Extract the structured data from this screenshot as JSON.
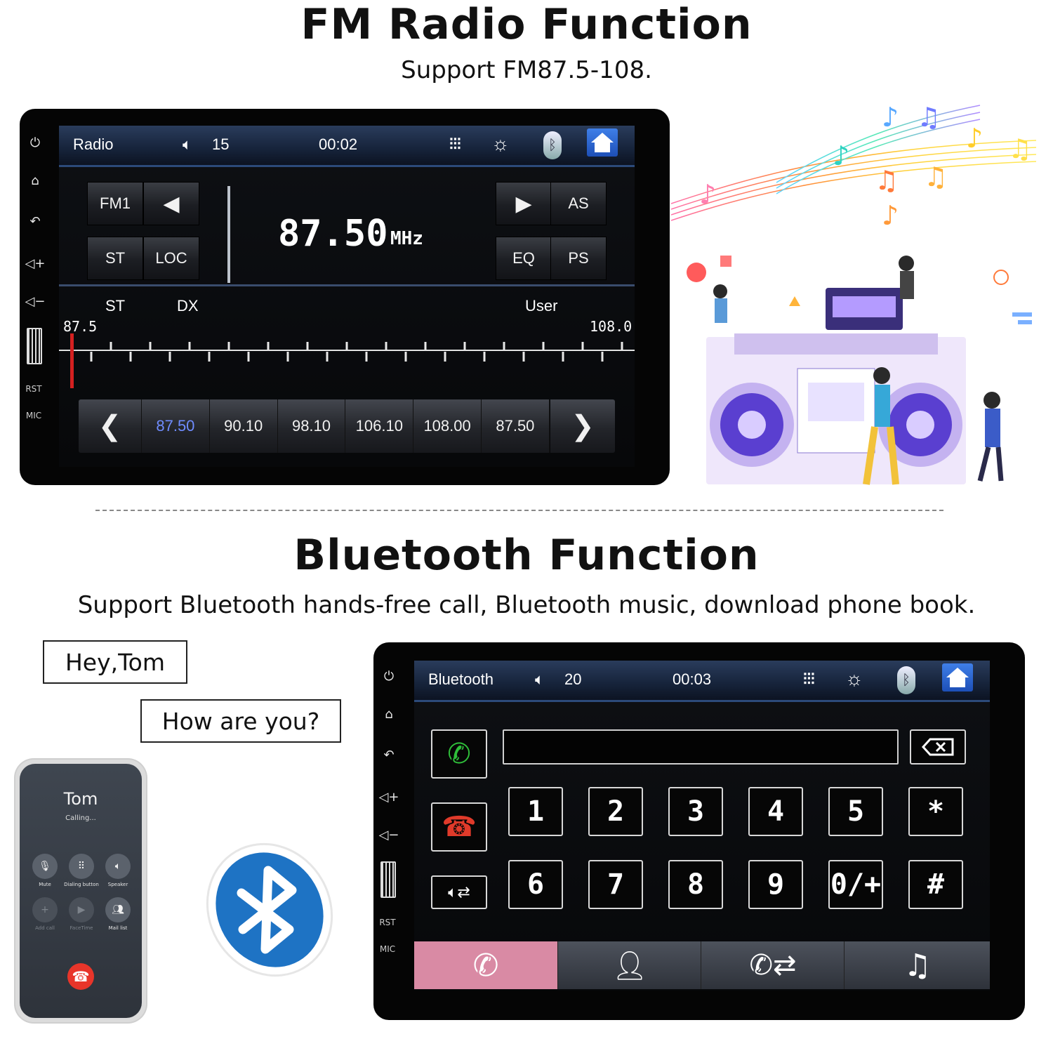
{
  "header_fm": {
    "title": "FM Radio Function",
    "subtitle": "Support FM87.5-108."
  },
  "header_bt": {
    "title": "Bluetooth Function",
    "subtitle": "Support Bluetooth hands-free call, Bluetooth music, download phone book."
  },
  "side_labels": {
    "rst": "RST",
    "mic": "MIC"
  },
  "radio": {
    "source": "Radio",
    "volume": "15",
    "time": "00:02",
    "band": "FM1",
    "st": "ST",
    "loc": "LOC",
    "as": "AS",
    "eq": "EQ",
    "ps": "PS",
    "frequency": "87.50",
    "unit": "MHz",
    "indicators": [
      "ST",
      "DX",
      "User"
    ],
    "scale_min": "87.5",
    "scale_max": "108.0",
    "tuned_fraction": 0.0,
    "presets": [
      "87.50",
      "90.10",
      "98.10",
      "106.10",
      "108.00",
      "87.50"
    ],
    "active_preset": 0
  },
  "bluetooth": {
    "source": "Bluetooth",
    "volume": "20",
    "time": "00:03",
    "dial_value": "",
    "keys": [
      "1",
      "2",
      "3",
      "4",
      "5",
      "*",
      "6",
      "7",
      "8",
      "9",
      "0/+",
      "#"
    ]
  },
  "chat": {
    "line1": "Hey,Tom",
    "line2": "How are you?"
  },
  "phone": {
    "contact": "Tom",
    "status": "Calling...",
    "buttons": [
      "Mute",
      "Dialing button",
      "Speaker",
      "Add call",
      "FaceTime",
      "Mail list"
    ]
  },
  "icons": {
    "power": "power-icon",
    "home": "home-icon",
    "back": "back-icon",
    "vol_up": "volume-up-icon",
    "vol_down": "volume-down-icon",
    "sd": "sd-card-icon",
    "speaker": "speaker-icon",
    "eq": "equalizer-icon",
    "brightness": "brightness-icon",
    "bluetooth": "bluetooth-icon",
    "home_screen": "home-screen-icon"
  },
  "colors": {
    "accent_blue": "#2f6fe0",
    "active_preset": "#6f8cff",
    "call_green": "#2fbf3a",
    "hangup_red": "#e03a2a",
    "tab_pink": "#d98aa4",
    "tuner_red": "#d42020"
  }
}
